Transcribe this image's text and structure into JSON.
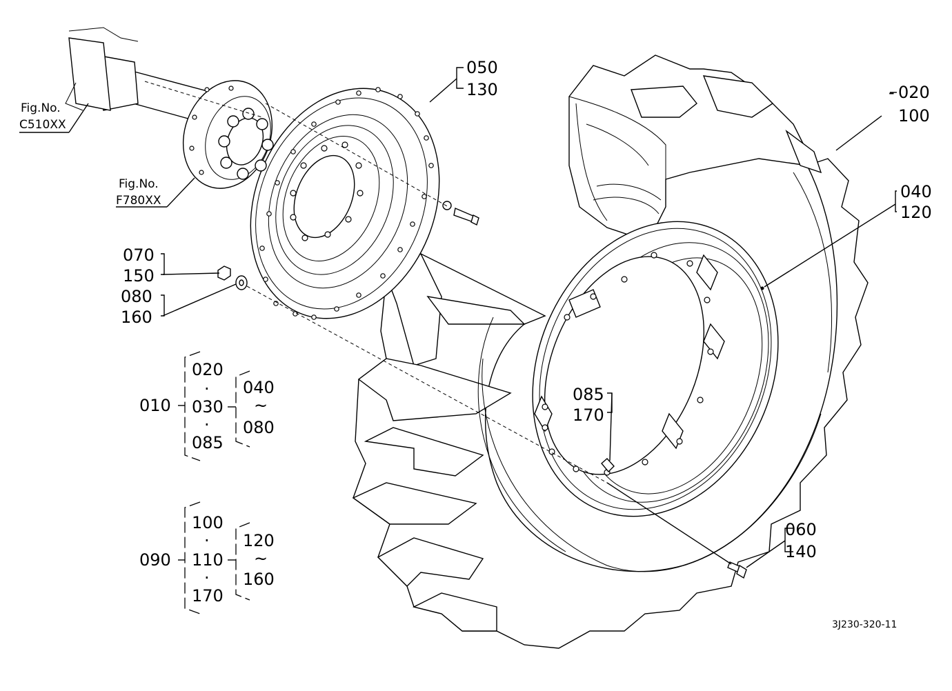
{
  "figure_refs": [
    {
      "prefix": "Fig.No.",
      "code": "C510XX"
    },
    {
      "prefix": "Fig.No.",
      "code": "F780XX"
    }
  ],
  "callouts": {
    "disc": [
      "050",
      "130"
    ],
    "tire": [
      "020",
      "100"
    ],
    "rim": [
      "040",
      "120"
    ],
    "nut": [
      "070",
      "150"
    ],
    "washer": [
      "080",
      "160"
    ],
    "valve": [
      "085",
      "170"
    ],
    "bolt": [
      "060",
      "140"
    ]
  },
  "assembly_groups": [
    {
      "id": "010",
      "members": [
        "020",
        "030",
        "085"
      ],
      "range_start": "040",
      "range_end": "080"
    },
    {
      "id": "090",
      "members": [
        "100",
        "110",
        "170"
      ],
      "range_start": "120",
      "range_end": "160"
    }
  ],
  "symbols": {
    "dot": "·",
    "tilde": "~",
    "dash": "-"
  },
  "drawing_number": "3J230-320-11"
}
